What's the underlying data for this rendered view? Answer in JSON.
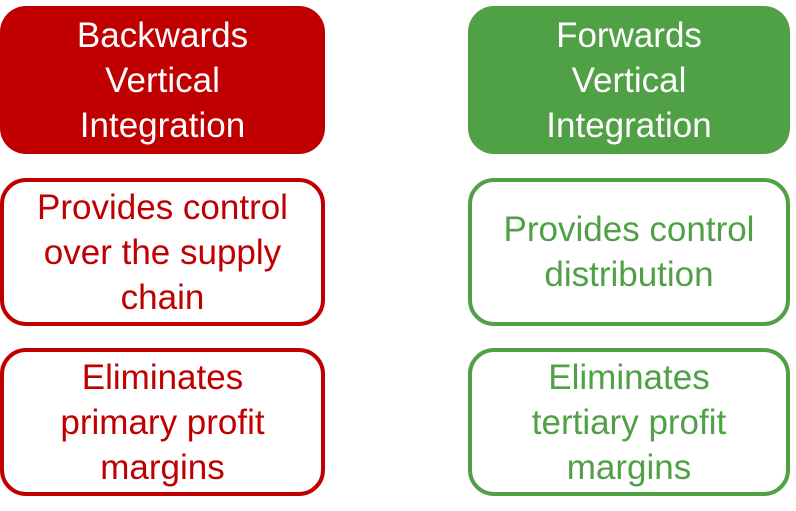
{
  "colors": {
    "backwards": "#c00000",
    "forwards": "#50a046"
  },
  "backwards": {
    "title": [
      "Backwards",
      "Vertical",
      "Integration"
    ],
    "point1": [
      "Provides control",
      "over the supply",
      "chain"
    ],
    "point2": [
      "Eliminates",
      "primary profit",
      "margins"
    ]
  },
  "forwards": {
    "title": [
      "Forwards",
      "Vertical",
      "Integration"
    ],
    "point1": [
      "Provides control",
      "distribution"
    ],
    "point2": [
      "Eliminates",
      "tertiary profit",
      "margins"
    ]
  }
}
